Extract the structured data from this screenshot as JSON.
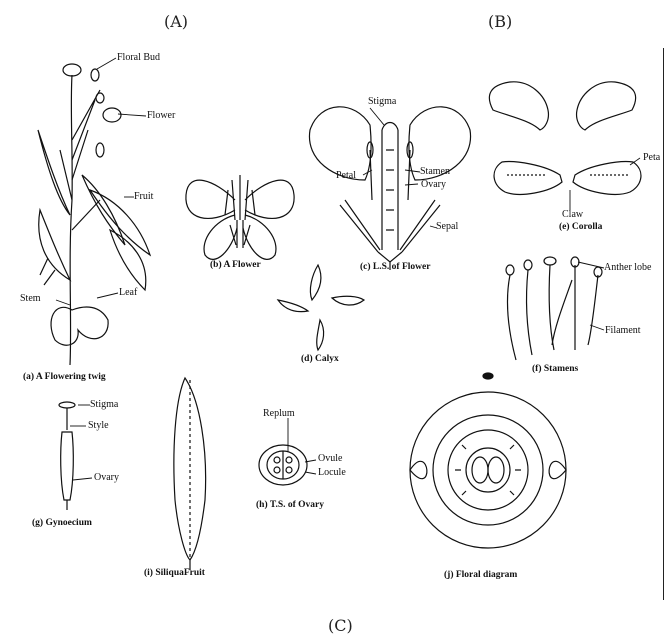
{
  "headers": {
    "a": "(A)",
    "b": "(B)",
    "c": "(C)"
  },
  "labels": {
    "floral_bud": "Floral Bud",
    "flower": "Flower",
    "fruit": "Fruit",
    "stem": "Stem",
    "leaf": "Leaf",
    "stigma_ls": "Stigma",
    "petal_ls": "Petal",
    "stamen_ls": "Stamen",
    "ovary_ls": "Ovary",
    "sepal_ls": "Sepal",
    "peta": "Peta",
    "claw": "Claw",
    "anther_lobe": "Anther lobe",
    "filament": "Filament",
    "stigma_g": "Stigma",
    "style_g": "Style",
    "ovary_g": "Ovary",
    "replum": "Replum",
    "ovule": "Ovule",
    "locule": "Locule"
  },
  "captions": {
    "a": "(a) A Flowering twig",
    "b": "(b) A Flower",
    "c": "(c) L.S. of Flower",
    "d": "(d) Calyx",
    "e": "(e) Corolla",
    "f": "(f) Stamens",
    "g": "(g) Gynoecium",
    "h": "(h) T.S. of Ovary",
    "i": "(i) SiliquaFruit",
    "j": "(j) Floral diagram"
  }
}
